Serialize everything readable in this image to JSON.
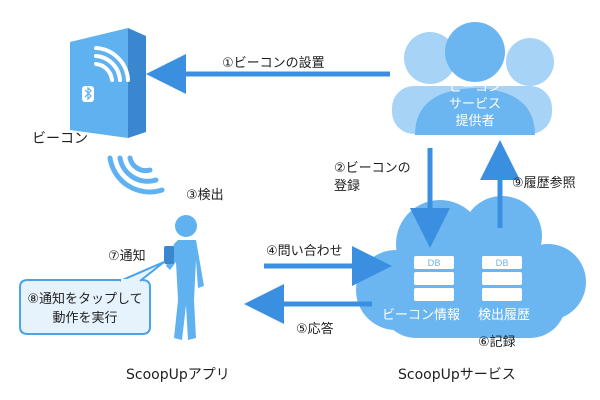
{
  "colors": {
    "accent": "#3a8fe0",
    "cloud_fill": "#6bb6f0",
    "cloud_back": "#a7d3f6",
    "beacon_front": "#5fb2ef",
    "beacon_side": "#3a86cf",
    "person": "#5fb2ef",
    "bubble_fill": "#e6f3fc",
    "bubble_stroke": "#4aa3e8"
  },
  "beacon": {
    "label": "ビーコン",
    "icons": {
      "wifi": "wifi-icon",
      "bluetooth": "bluetooth-icon"
    }
  },
  "provider": {
    "lines": [
      "ビーコン",
      "サービス",
      "提供者"
    ]
  },
  "app": {
    "label": "ScoopUpアプリ",
    "phone_notify_label": "⑦通知",
    "bubble_lines": [
      "⑧通知をタップして",
      "動作を実行"
    ]
  },
  "service": {
    "label": "ScoopUpサービス",
    "db_left": {
      "db_text": "DB",
      "caption": "ビーコン情報"
    },
    "db_right": {
      "db_text": "DB",
      "caption": "検出履歴"
    },
    "record_label": "⑥記録"
  },
  "steps": {
    "install": "①ビーコンの設置",
    "register_lines": [
      "②ビーコンの",
      "登録"
    ],
    "detect": "③検出",
    "inquire": "④問い合わせ",
    "answer": "⑤応答",
    "history": "⑨履歴参照"
  }
}
